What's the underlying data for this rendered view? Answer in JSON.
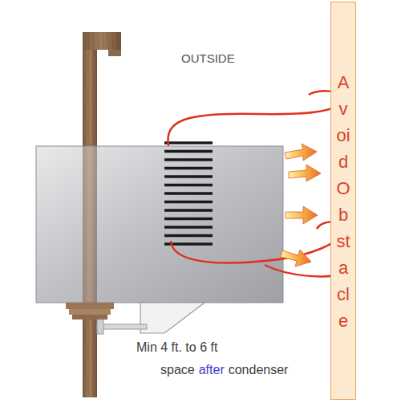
{
  "diagram": {
    "nodes": [
      {
        "text": [
          "Avoid Obstacle"
        ]
      }
    ],
    "labels": [
      "OUTSIDE",
      "Min 4 ft. to 6 ft",
      "space",
      "after",
      "condenser"
    ]
  }
}
